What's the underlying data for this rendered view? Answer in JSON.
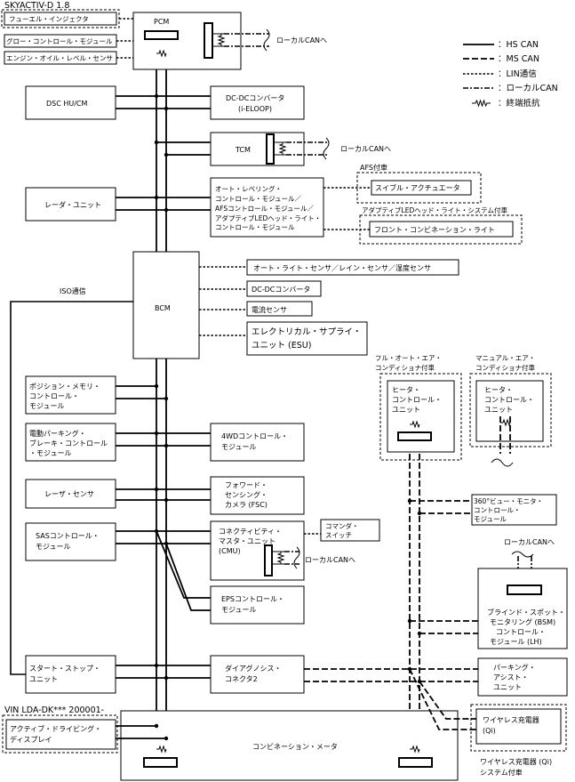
{
  "header": {
    "engine": "SKYACTIV-D 1.8",
    "vin": "VIN LDA-DK*** 200001-"
  },
  "legend": {
    "hs_can": "：HS CAN",
    "ms_can": "：MS CAN",
    "lin": "：LIN通信",
    "local_can": "：ローカルCAN",
    "terminator": "：終端抵抗"
  },
  "labels": {
    "local_can_1": "ローカルCANへ",
    "local_can_2": "ローカルCANへ",
    "local_can_3": "ローカルCANへ",
    "local_can_4": "ローカルCANへ",
    "iso": "ISO通信",
    "afs_option": "AFS付車",
    "adaptive_led_option": "アダプティブLEDヘッド・ライト・システム付車",
    "full_auto_ac": [
      "フル・オート・エア・",
      "コンディショナ付車"
    ],
    "manual_ac": [
      "マニュアル・エア・",
      "コンディショナ付車"
    ],
    "wireless_charger_option": [
      "ワイヤレス充電器 (Qi)",
      "システム付車"
    ]
  },
  "modules": {
    "pcm": "PCM",
    "fuel_injector": "フューエル・インジェクタ",
    "glow_control": "グロー・コントロール・モジュール",
    "oil_level_sensor": "エンジン・オイル・レベル・センサ",
    "dsc": "DSC HU/CM",
    "dcdc_eloop": [
      "DC-DCコンバータ",
      "(i-ELOOP)"
    ],
    "tcm": "TCM",
    "radar": "レーダ・ユニット",
    "auto_leveling": [
      "オート・レベリング・",
      "コントロール・モジュール／",
      "AFSコントロール・モジュール／",
      "アダプティブLEDヘッド・ライト・",
      "コントロール・モジュール"
    ],
    "swivel_actuator": "スイブル・アクチュエータ",
    "front_combination_light": "フロント・コンビネーション・ライト",
    "bcm": "BCM",
    "rain_sensor": "オート・ライト・センサ／レイン・センサ／湿度センサ",
    "dcdc": "DC-DCコンバータ",
    "current_sensor": "電流センサ",
    "esu": [
      "エレクトリカル・サプライ・",
      "ユニット (ESU)"
    ],
    "position_memory": [
      "ポジション・メモリ・",
      "コントロール・",
      "モジュール"
    ],
    "epb": [
      "電動パーキング・",
      "ブレーキ・コントロール",
      "・モジュール"
    ],
    "awd": [
      "4WDコントロール・",
      "モジュール"
    ],
    "laser_sensor": "レーザ・センサ",
    "fsc": [
      "フォワード・",
      "センシング・",
      "カメラ (FSC)"
    ],
    "sas": [
      "SASコントロール・",
      "モジュール"
    ],
    "cmu": [
      "コネクティビティ・",
      "マスタ・ユニット",
      "(CMU)"
    ],
    "commander": [
      "コマンダ・",
      "スイッチ"
    ],
    "eps": [
      "EPSコントロール・",
      "モジュール"
    ],
    "start_stop": [
      "スタート・ストップ・",
      "ユニット"
    ],
    "dlc2": [
      "ダイアグノシス・",
      "コネクタ2"
    ],
    "active_display": [
      "アクティブ・ドライビング・",
      "ディスプレイ"
    ],
    "combination_meter": "コンビネーション・メータ",
    "heater_full": [
      "ヒータ・",
      "コントロール・",
      "ユニット"
    ],
    "heater_manual": [
      "ヒータ・",
      "コントロール・",
      "ユニット"
    ],
    "view360": [
      "360°ビュー・モニタ・",
      "コントロール・",
      "モジュール"
    ],
    "bsm": [
      "ブラインド・スポット・",
      "モニタリング (BSM)",
      "コントロール・",
      "モジュール (LH)"
    ],
    "parking_assist": [
      "パーキング・",
      "アシスト・",
      "ユニット"
    ],
    "wireless_charger": [
      "ワイヤレス充電器",
      "(Qi)"
    ]
  }
}
